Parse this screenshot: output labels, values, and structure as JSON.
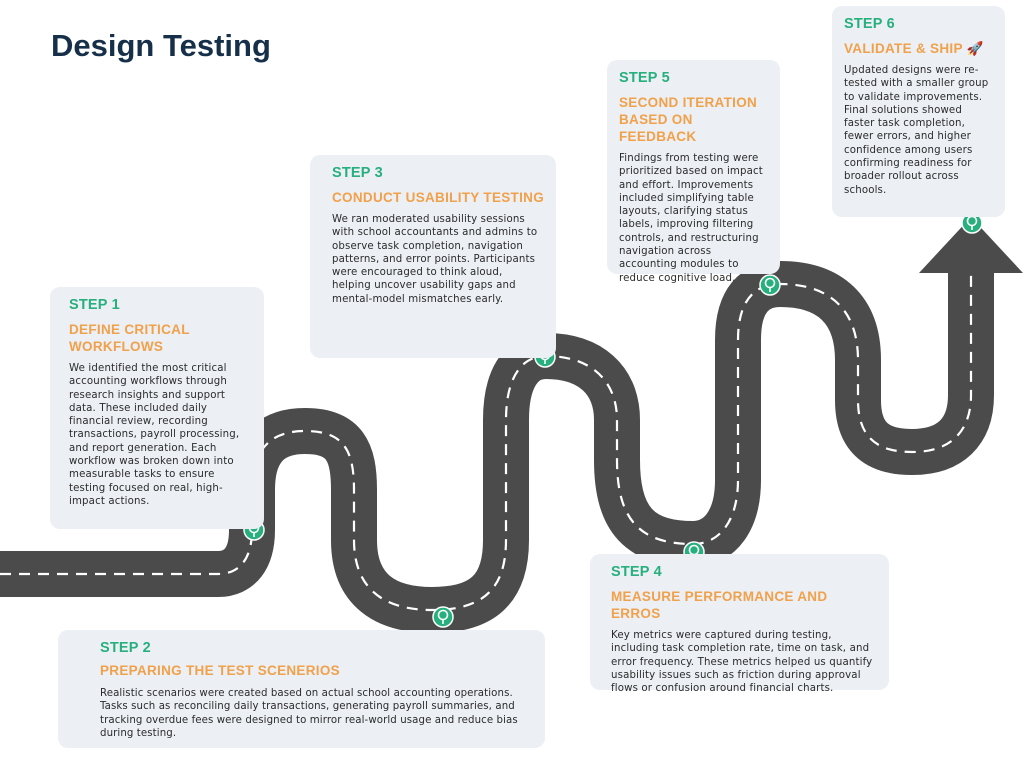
{
  "title": "Design Testing",
  "colors": {
    "road": "#4b4b4b",
    "lane_marking": "#ffffff",
    "pin": "#27b07d",
    "step_label": "#27b07d",
    "heading": "#f0a14a",
    "card_bg": "#eceff4",
    "title": "#17304a"
  },
  "steps": [
    {
      "label": "STEP 1",
      "heading": "DEFINE CRITICAL WORKFLOWS",
      "description": "We identified the most critical accounting workflows through research insights and support data. These included daily financial review, recording transactions, payroll processing, and report generation. Each workflow was broken down into measurable tasks to ensure testing focused on real, high-impact actions."
    },
    {
      "label": "STEP 2",
      "heading": "PREPARING THE TEST SCENERIOS",
      "description": "Realistic scenarios were created based on actual school accounting operations. Tasks such as reconciling daily transactions, generating payroll summaries, and tracking overdue fees were designed to mirror real-world usage and reduce bias during testing."
    },
    {
      "label": "STEP 3",
      "heading": "CONDUCT USABILITY TESTING",
      "description": "We ran moderated usability sessions with school accountants and admins to observe task completion, navigation patterns, and error points. Participants were encouraged to think aloud, helping uncover usability gaps and mental-model mismatches early."
    },
    {
      "label": "STEP 4",
      "heading": "MEASURE PERFORMANCE AND ERROS",
      "description": "Key metrics were captured during testing, including task completion rate, time on task, and error frequency. These metrics helped us quantify usability issues such as friction during approval flows or confusion around financial charts."
    },
    {
      "label": "STEP 5",
      "heading": "SECOND ITERATION BASED ON FEEDBACK",
      "description": "Findings from testing were prioritized based on impact and effort. Improvements included simplifying table layouts, clarifying status labels, improving filtering controls, and restructuring navigation across accounting modules to reduce cognitive load."
    },
    {
      "label": "STEP 6",
      "heading": "VALIDATE & SHIP 🚀",
      "description": "Updated designs were re-tested with a smaller group to validate improvements. Final solutions showed faster task completion, fewer errors, and higher confidence among users confirming readiness for broader rollout across schools."
    }
  ],
  "icons": {
    "milestone": "map-pin-icon",
    "end": "arrow-up-icon"
  }
}
